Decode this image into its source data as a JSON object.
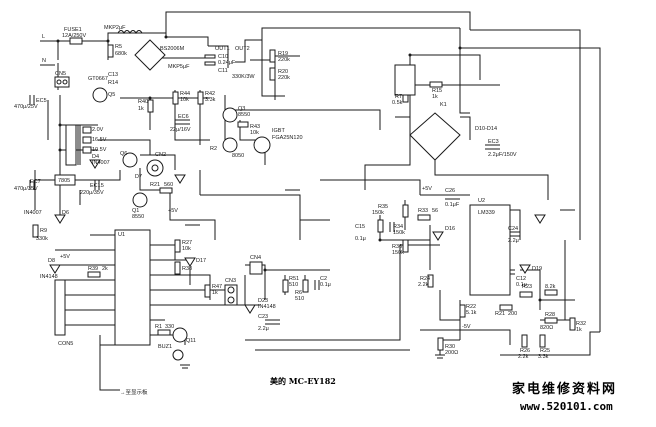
{
  "caption": "美的 MC-EY182",
  "watermark": {
    "line1": "家电维修资料网",
    "line2": "www.520101.com"
  },
  "labels": {
    "L": "L",
    "N": "N",
    "fuse": "FUSE1",
    "fuse_val": "12A/250V",
    "mkp": "MKP2μF",
    "bridge1": "BS2006M",
    "out1": "OUT1",
    "out2": "OUT2",
    "r5": "R5",
    "r5v": "680k",
    "r19": "R19",
    "r19v": "220k",
    "r20": "R20",
    "r20v": "220k",
    "c10": "C10",
    "c10v": "0.24μF",
    "c11": "C11",
    "c11v": "330K/3W",
    "mkp5": "MKP5μF",
    "cn5": "CN5",
    "e07": "E0E37",
    "gt": "GT0667",
    "c13": "C13",
    "r14": "R14",
    "tr": "2.0V",
    "t16": "16.5V",
    "t10": "10.5V",
    "r39": "R39",
    "r19b": "R19",
    "d4": "D4",
    "d4v": "IN4007",
    "ic7805": "7805",
    "ec15": "EC15",
    "ec15v": "220μ/35V",
    "ec7": "EC7",
    "ec7v": "470μ/35V",
    "ec5": "EC5",
    "ec5v": "470μ/25V",
    "q5": "Q5",
    "q6": "Q6",
    "r40": "R40",
    "r40v": "1k",
    "r44": "R44",
    "r44v": "10k",
    "r42": "R42",
    "r42v": "3.3k",
    "ec6": "EC6",
    "ec6v": "22μ/16V",
    "q3": "Q3",
    "q3v": "8550",
    "r43": "R43",
    "r43v": "10k",
    "r2": "R2",
    "q2": "8050",
    "igbt": "IGBT",
    "igbt_v": "FGA25N120",
    "cn2": "CN2",
    "d7": "D7",
    "r21": "R21",
    "r21v": "560",
    "q1": "Q1",
    "q1v": "8550",
    "d6": "D6",
    "d6v": "IN4007",
    "r9": "R9",
    "r9v": "330k",
    "d8": "D8",
    "d8v": "IN4148",
    "r39b": "R39",
    "r39bv": "2k",
    "u1": "U1",
    "r27": "R27",
    "r27v": "10k",
    "r38": "R38",
    "d17": "D17",
    "r47": "R47",
    "r47v": "1k",
    "q11": "Q11",
    "cn3": "CN3",
    "cn4": "CN4",
    "r51": "R51",
    "r51v": "510",
    "r6": "R6",
    "r6v": "510",
    "c2": "C2",
    "c2v": "0.1μ",
    "d23": "D23",
    "d23v": "IN4148",
    "c23": "C23",
    "c23v": "2.2μ",
    "r1": "R1",
    "r1v": "330",
    "buz": "BUZ1",
    "con5": "CON5",
    "v5": "+5V",
    "v5b": "+5V",
    "v5c": "+5V",
    "r7": "R7",
    "r7v": "0.5k",
    "r15": "R15",
    "r15v": "1k",
    "k": "K1",
    "bridge2": "D10-D14",
    "ec3": "EC3",
    "ec3v": "2.2μF/150V",
    "c26": "C26",
    "c26v": "0.1μF",
    "r35": "R35",
    "r35v": "150k",
    "c15": "C15",
    "c15v": "0.1μ",
    "r34": "R34",
    "r34v": "150k",
    "r33": "R33",
    "r33v": "56",
    "d16": "D16",
    "r36": "R36",
    "r36v": "150k",
    "u2": "U2",
    "u2v": "LM339",
    "c24": "C24",
    "c24v": "2.2μ",
    "d19": "D19",
    "r24": "R24",
    "r24v": "2.2k",
    "r23": "R23",
    "r23v": "8.2k",
    "r22": "R22",
    "r22v": "5.1k",
    "r21b": "R21",
    "r21bv": "200",
    "c12": "C12",
    "c12v": "0.1μ",
    "r28": "R28",
    "r28v": "820Ω",
    "r32": "R32",
    "r32v": "1k",
    "r26": "R26",
    "r26v": "2.2k",
    "r25": "R25",
    "r25v": "3.3k",
    "r30": "R30",
    "r30v": "200Ω",
    "m5": "-5V",
    "to_lbl": "→至显示板"
  }
}
